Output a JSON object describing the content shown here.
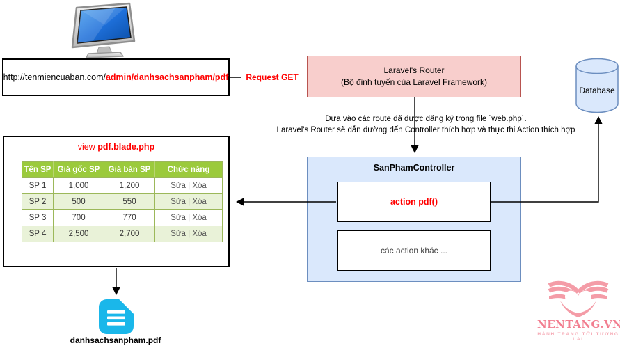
{
  "url_box": {
    "base": "http://tenmiencuaban.com/",
    "highlight": "admin/danhsachsanpham/pdf"
  },
  "request": {
    "label": "Request GET"
  },
  "router": {
    "line1": "Laravel's Router",
    "line2": "(Bộ định tuyến của Laravel Framework)"
  },
  "database": {
    "label": "Database"
  },
  "note": {
    "line1": "Dựa vào các route đã được đăng ký trong file `web.php`.",
    "line2": "Laravel's Router sẽ dẫn đường đến Controller thích hợp và thực thi Action thích hợp"
  },
  "controller": {
    "title": "SanPhamController",
    "action_pdf": "action pdf()",
    "other_actions": "các action khác ..."
  },
  "view": {
    "label_prefix": "view ",
    "label_file": "pdf.blade.php",
    "table": {
      "headers": [
        "Tên SP",
        "Giá gốc SP",
        "Giá bán SP",
        "Chức năng"
      ],
      "rows": [
        [
          "SP 1",
          "1,000",
          "1,200",
          "Sửa | Xóa"
        ],
        [
          "SP 2",
          "500",
          "550",
          "Sửa | Xóa"
        ],
        [
          "SP 3",
          "700",
          "770",
          "Sửa | Xóa"
        ],
        [
          "SP 4",
          "2,500",
          "2,700",
          "Sửa | Xóa"
        ]
      ]
    }
  },
  "pdf_file": {
    "label": "danhsachsanpham.pdf"
  },
  "logo": {
    "brand": "NENTANG.VN",
    "tagline": "HÀNH TRANG TỚI TƯƠNG LAI"
  },
  "colors": {
    "accent_red": "#ff0000",
    "router_fill": "#f8cecc",
    "router_border": "#b85450",
    "blue_fill": "#dae8fc",
    "blue_border": "#6c8ebf",
    "table_header_green": "#9bca3c",
    "table_alt_row": "#e9f2d8",
    "table_border": "#9cb85a",
    "pdf_cyan": "#1ab7ea",
    "logo_pink": "#f49ca7"
  }
}
